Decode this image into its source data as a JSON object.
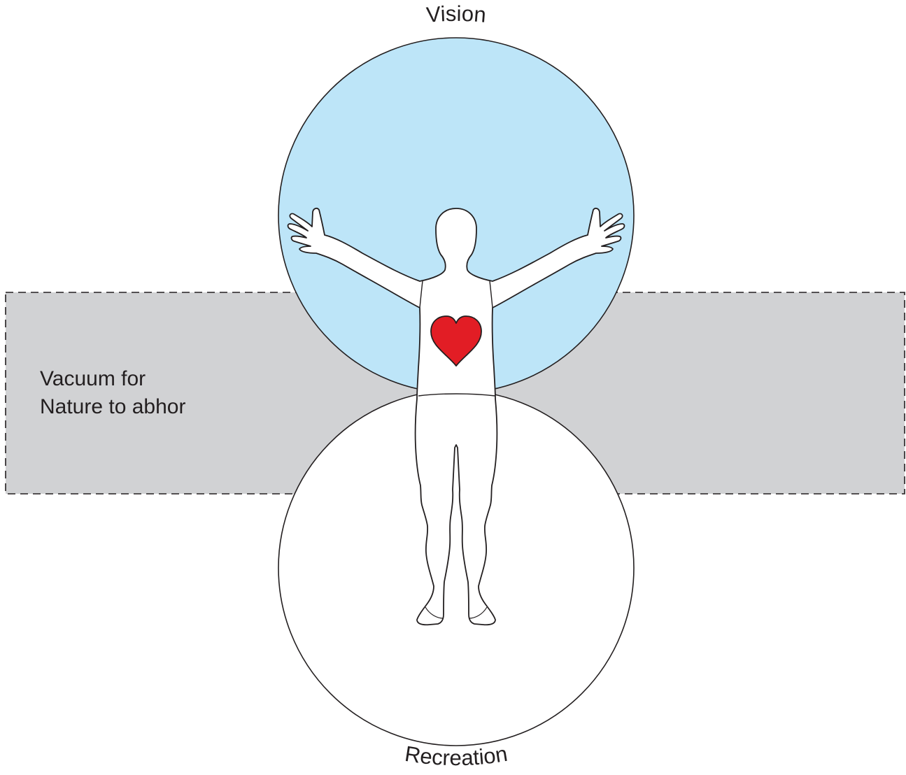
{
  "diagram": {
    "top_circle_label": "Vision",
    "bottom_circle_label": "Recreation",
    "band_label_lines": [
      "Vacuum for",
      "Nature to abhor"
    ]
  },
  "colors": {
    "vision_fill": "#bde5f8",
    "band_fill": "#d1d2d4",
    "heart_fill": "#e21d25",
    "outline": "#231f20",
    "figure_fill": "#ffffff"
  },
  "icons": {
    "figure": "human-figure-icon",
    "heart": "heart-icon"
  }
}
